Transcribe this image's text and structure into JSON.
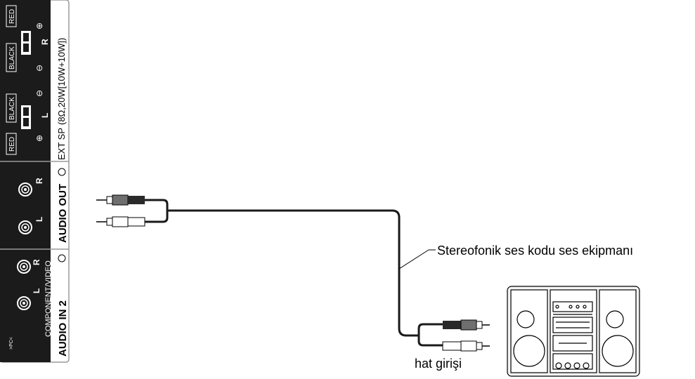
{
  "panel": {
    "ext_sp": {
      "label": "EXT SP",
      "spec": "(8Ω,20W[10W+10W])",
      "terminals": [
        {
          "tag": "RED",
          "sign": "⊕"
        },
        {
          "tag": "BLACK",
          "sign": "⊖"
        },
        {
          "tag": "BLACK",
          "sign": "⊖"
        },
        {
          "tag": "RED",
          "sign": "⊕"
        }
      ],
      "channel_r": "R",
      "channel_l": "L"
    },
    "audio_out": {
      "label": "AUDIO OUT",
      "r": "R",
      "l": "L"
    },
    "audio_in": {
      "label": "AUDIO IN 2",
      "sublabel": "COMPONENT/VIDEO",
      "r": "R",
      "l": "L"
    },
    "pc_label": ">PC<"
  },
  "annotations": {
    "cable_label": "Stereofonik ses kodu ses ekipmanı",
    "line_in_label": "hat girişi"
  },
  "colors": {
    "panel": "#1b1b1b",
    "cable": "#1a1a1a",
    "plug_red_band": "#6f6f6f"
  }
}
